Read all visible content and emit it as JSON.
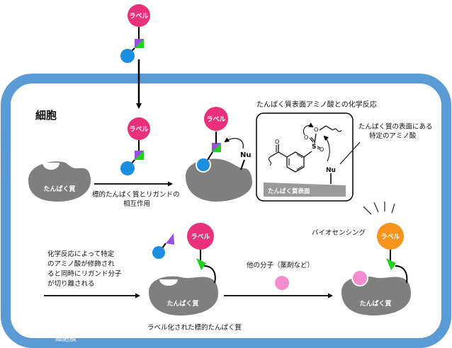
{
  "colors": {
    "cell_membrane": "#5b9bd5",
    "label": "#e8317a",
    "label_orange": "#f7941d",
    "ligand_blue": "#1b8ee0",
    "linker_purple": "#9b4fe0",
    "linker_green": "#1fd11f",
    "protein_gray": "#7f7f7f",
    "drug_pink": "#f28ccf"
  },
  "labels": {
    "label_text": "ラベル",
    "protein_text": "たんぱく質",
    "nu_text": "Nu"
  },
  "texts": {
    "cell_title": "細胞",
    "membrane": "細胞膜",
    "interaction_line1": "標的たんぱく質とリガンドの",
    "interaction_line2": "相互作用",
    "inset_title": "たんぱく質表面アミノ酸との化学反応",
    "inset_amino_line1": "たんぱく質の表面にある",
    "inset_amino_line2": "特定のアミノ酸",
    "inset_surface": "たんぱく質表面",
    "inset_o": "O",
    "inset_s": "S",
    "reaction_line1": "化学反応によって特定",
    "reaction_line2": "のアミノ酸が修飾され",
    "reaction_line3": "ると同時にリガンド分子",
    "reaction_line4": "が切り離される",
    "labeled_target": "ラベル化された標的たんぱく質",
    "other_molecule": "他の分子（薬剤など）",
    "biosensing": "バイオセンシング"
  }
}
